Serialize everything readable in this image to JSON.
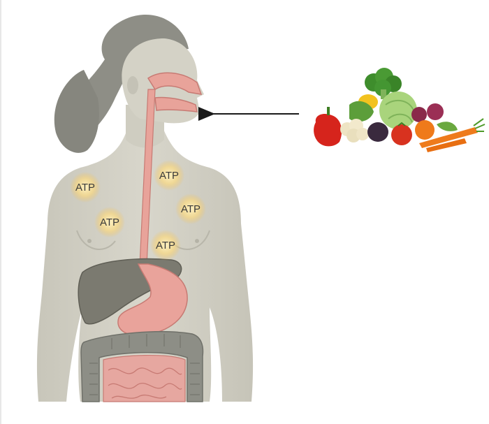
{
  "labels": {
    "atp_1": "ATP",
    "atp_2": "ATP",
    "atp_3": "ATP",
    "atp_4": "ATP",
    "atp_5": "ATP"
  },
  "colors": {
    "skin": "#d2d0c4",
    "skin_shadow": "#b9b7ab",
    "hair": "#8e8e86",
    "tract": "#e8a39a",
    "tract_dark": "#c77a73",
    "liver": "#7b7a70",
    "colon": "#8d8e86",
    "small_intestine": "#e6a7a0",
    "arrow": "#1a1a1a",
    "glow": "#f2c25a"
  },
  "icons": {
    "food": "vegetables-pile-icon",
    "arrow": "left-arrow-icon"
  }
}
